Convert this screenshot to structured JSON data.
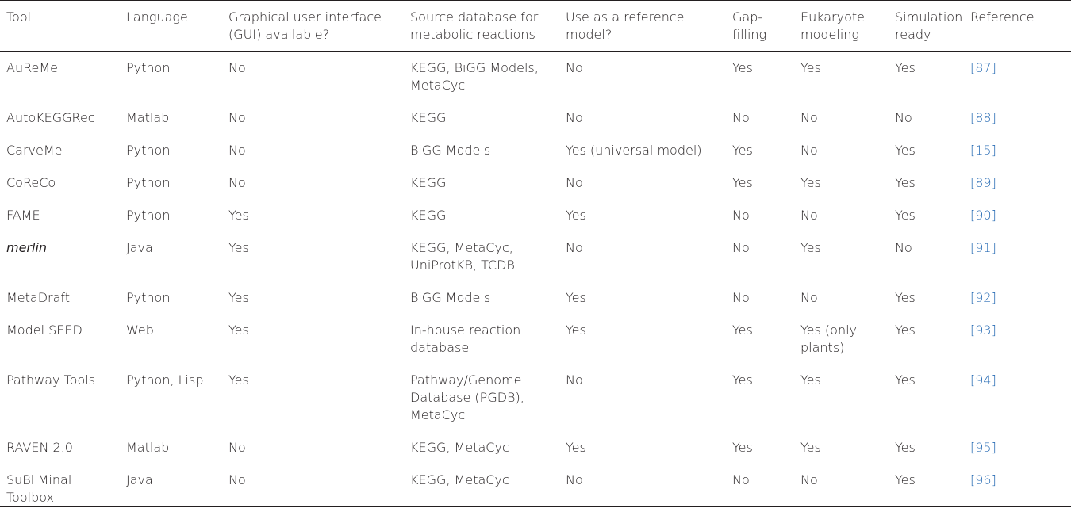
{
  "table": {
    "headers": {
      "tool": "Tool",
      "language": "Language",
      "gui": "Graphical user interface (GUI) available?",
      "source": "Source database for metabolic reactions",
      "reference_model": "Use as a reference model?",
      "gap_filling": "Gap-filling",
      "eukaryote": "Eukaryote modeling",
      "simulation": "Simulation ready",
      "reference": "Reference"
    },
    "rows": [
      {
        "tool": "AuReMe",
        "language": "Python",
        "gui": "No",
        "source": "KEGG, BiGG Models, MetaCyc",
        "reference_model": "No",
        "gap_filling": "Yes",
        "eukaryote": "Yes",
        "simulation": "Yes",
        "reference": "[87]"
      },
      {
        "tool": "AutoKEGGRec",
        "language": "Matlab",
        "gui": "No",
        "source": "KEGG",
        "reference_model": "No",
        "gap_filling": "No",
        "eukaryote": "No",
        "simulation": "No",
        "reference": "[88]"
      },
      {
        "tool": "CarveMe",
        "language": "Python",
        "gui": "No",
        "source": "BiGG Models",
        "reference_model": "Yes (universal model)",
        "gap_filling": "Yes",
        "eukaryote": "No",
        "simulation": "Yes",
        "reference": "[15]"
      },
      {
        "tool": "CoReCo",
        "language": "Python",
        "gui": "No",
        "source": "KEGG",
        "reference_model": "No",
        "gap_filling": "Yes",
        "eukaryote": "Yes",
        "simulation": "Yes",
        "reference": "[89]"
      },
      {
        "tool": "FAME",
        "language": "Python",
        "gui": "Yes",
        "source": "KEGG",
        "reference_model": "Yes",
        "gap_filling": "No",
        "eukaryote": "No",
        "simulation": "Yes",
        "reference": "[90]"
      },
      {
        "tool": "merlin",
        "language": "Java",
        "gui": "Yes",
        "source": "KEGG, MetaCyc, UniProtKB, TCDB",
        "reference_model": "No",
        "gap_filling": "No",
        "eukaryote": "Yes",
        "simulation": "No",
        "reference": "[91]"
      },
      {
        "tool": "MetaDraft",
        "language": "Python",
        "gui": "Yes",
        "source": "BiGG Models",
        "reference_model": "Yes",
        "gap_filling": "No",
        "eukaryote": "No",
        "simulation": "Yes",
        "reference": "[92]"
      },
      {
        "tool": "Model SEED",
        "language": "Web",
        "gui": "Yes",
        "source": "In-house reaction database",
        "reference_model": "Yes",
        "gap_filling": "Yes",
        "eukaryote": "Yes (only plants)",
        "simulation": "Yes",
        "reference": "[93]"
      },
      {
        "tool": "Pathway Tools",
        "language": "Python, Lisp",
        "gui": "Yes",
        "source": "Pathway/Genome Database (PGDB), MetaCyc",
        "reference_model": "No",
        "gap_filling": "Yes",
        "eukaryote": "Yes",
        "simulation": "Yes",
        "reference": "[94]"
      },
      {
        "tool": "RAVEN 2.0",
        "language": "Matlab",
        "gui": "No",
        "source": "KEGG, MetaCyc",
        "reference_model": "Yes",
        "gap_filling": "Yes",
        "eukaryote": "Yes",
        "simulation": "Yes",
        "reference": "[95]"
      },
      {
        "tool": "SuBliMinal Toolbox",
        "language": "Java",
        "gui": "No",
        "source": "KEGG, MetaCyc",
        "reference_model": "No",
        "gap_filling": "No",
        "eukaryote": "No",
        "simulation": "Yes",
        "reference": "[96]"
      }
    ]
  }
}
